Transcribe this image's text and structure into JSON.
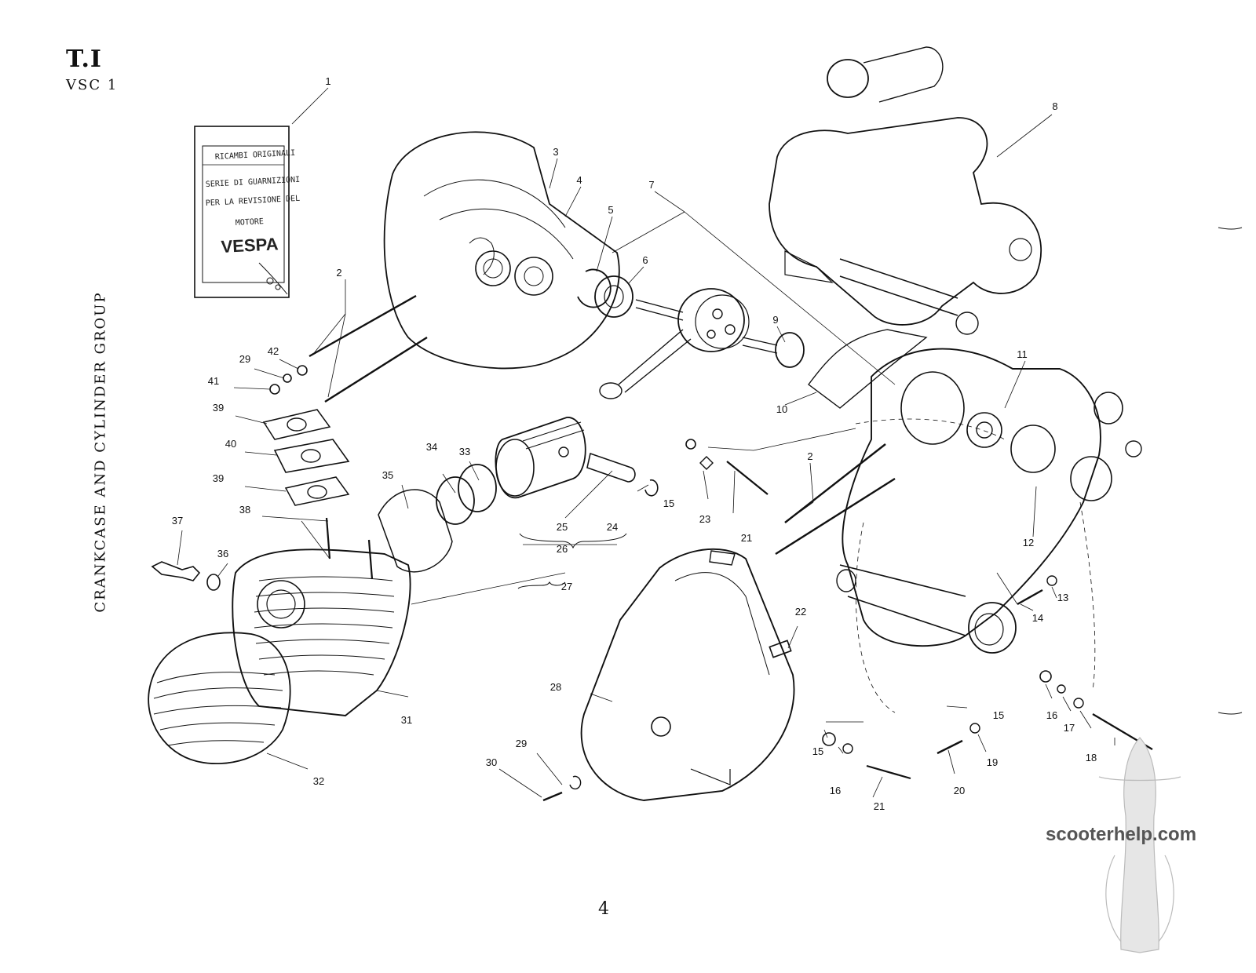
{
  "header": {
    "code": "T.I",
    "model": "VSC 1"
  },
  "title": "CRANKCASE AND CYLINDER GROUP",
  "page_number": "4",
  "watermark": "scooterhelp.com",
  "gasket_bag": {
    "lines": [
      "RICAMBI ORIGINALI",
      "SERIE DI GUARNIZIONI",
      "PER LA REVISIONE DEL",
      "MOTORE"
    ],
    "brand": "VESPA"
  },
  "callouts": [
    "1",
    "2",
    "2",
    "3",
    "4",
    "5",
    "6",
    "7",
    "8",
    "9",
    "10",
    "11",
    "12",
    "13",
    "14",
    "15",
    "15",
    "15",
    "16",
    "16",
    "17",
    "18",
    "19",
    "20",
    "21",
    "21",
    "22",
    "23",
    "24",
    "25",
    "26",
    "27",
    "28",
    "29",
    "29",
    "30",
    "31",
    "32",
    "33",
    "34",
    "35",
    "36",
    "37",
    "38",
    "39",
    "39",
    "40",
    "41",
    "42"
  ]
}
